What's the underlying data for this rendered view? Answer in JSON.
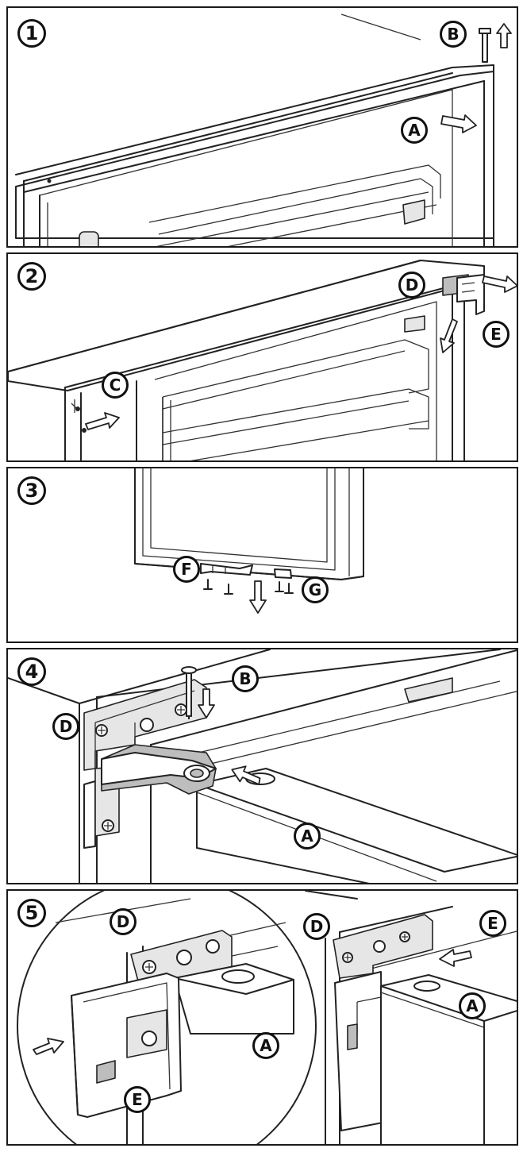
{
  "steps": [
    {
      "number": "1",
      "labels": {
        "a": "A",
        "b": "B"
      }
    },
    {
      "number": "2",
      "labels": {
        "c": "C",
        "d": "D",
        "e": "E"
      }
    },
    {
      "number": "3",
      "labels": {
        "f": "F",
        "g": "G"
      }
    },
    {
      "number": "4",
      "labels": {
        "b": "B",
        "d": "D",
        "a": "A"
      }
    },
    {
      "number": "5",
      "labels": {
        "d_left": "D",
        "a_left": "A",
        "e_left": "E",
        "d_right": "D",
        "e_right": "E",
        "a_right": "A"
      }
    }
  ]
}
